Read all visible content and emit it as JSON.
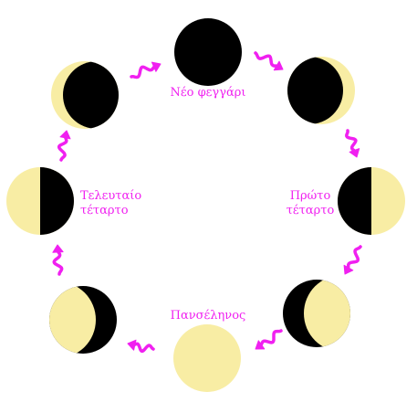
{
  "colors": {
    "dark": "#000000",
    "light": "#f8eda4",
    "accent": "#f020f0",
    "background": "#ffffff"
  },
  "phases": {
    "new_moon": {
      "label": "Νέο φεγγάρι",
      "illumination": 0
    },
    "waxing_crescent": {
      "illumination": 0.25
    },
    "first_quarter": {
      "label_line1": "Πρώτο",
      "label_line2": "τέταρτο",
      "illumination": 0.5
    },
    "waxing_gibbous": {
      "illumination": 0.75
    },
    "full_moon": {
      "label": "Πανσέληνος",
      "illumination": 1
    },
    "waning_gibbous": {
      "illumination": 0.75
    },
    "last_quarter": {
      "label_line1": "Τελευταίο",
      "label_line2": "τέταρτο",
      "illumination": 0.5
    },
    "waning_crescent": {
      "illumination": 0.25
    }
  },
  "arrow_icon": "wavy-arrow-icon"
}
